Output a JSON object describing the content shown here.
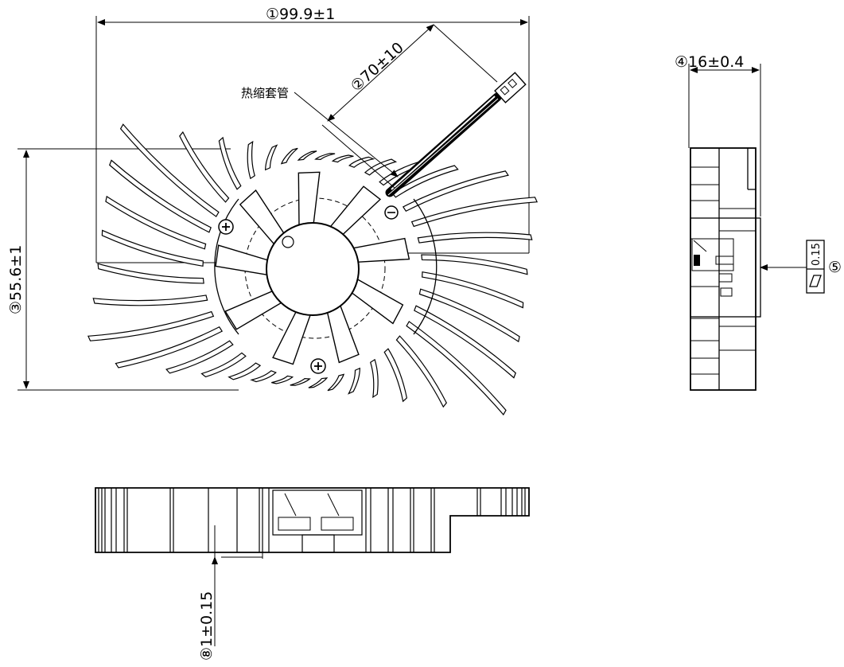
{
  "dimensions": {
    "width_overall": "①99.9±1",
    "cable_length": "②70±10",
    "height_overall": "③55.6±1",
    "thickness": "④16±0.4",
    "flatness_tolerance": "0.15",
    "flatness_ref": "⑤",
    "flange_thickness": "⑧1±0.15"
  },
  "notes": {
    "heat_shrink_tube": "热缩套管"
  },
  "views": [
    "front-view",
    "side-view",
    "bottom-view"
  ],
  "fan": {
    "blade_count": 9,
    "fin_count": 40
  }
}
